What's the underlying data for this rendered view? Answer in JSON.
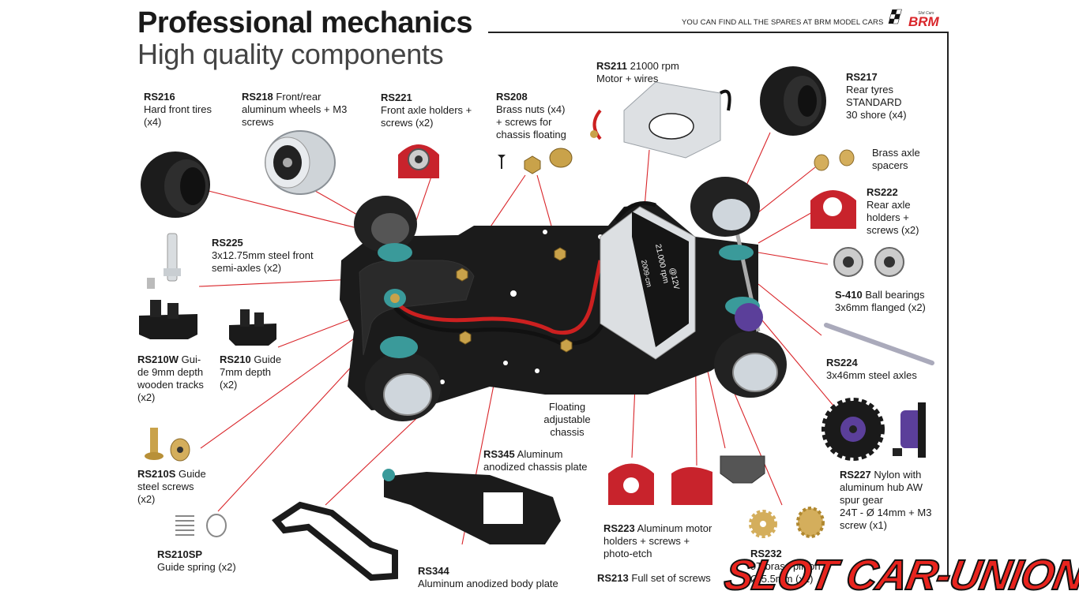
{
  "header": {
    "title": "Professional mechanics",
    "subtitle": "High quality components",
    "spares_note": "YOU CAN FIND ALL THE SPARES AT BRM MODEL CARS",
    "brand": "BRM",
    "brand_tagline": "Slot Cars"
  },
  "parts": {
    "rs216": {
      "code": "RS216",
      "desc": "Hard front tires\n(x4)"
    },
    "rs218": {
      "code": "RS218",
      "desc": "aluminum wheels + M3\nscrews",
      "inline": "Front/rear"
    },
    "rs221": {
      "code": "RS221",
      "desc": "Front axle holders +\nscrews (x2)"
    },
    "rs208": {
      "code": "RS208",
      "desc": "+ screws for\nchassis floating",
      "inline": "Brass nuts (x4)"
    },
    "rs211": {
      "code": "RS211",
      "desc": "Motor + wires",
      "inline": "21000 rpm"
    },
    "rs217": {
      "code": "RS217",
      "desc": "Rear tyres\nSTANDARD\n30 shore (x4)"
    },
    "brass_spacers": {
      "code": "",
      "desc": "Brass axle\nspacers"
    },
    "rs222": {
      "code": "RS222",
      "desc": "Rear axle\nholders +\nscrews (x2)"
    },
    "rs225": {
      "code": "RS225",
      "desc": "3x12.75mm steel front\nsemi-axles (x2)"
    },
    "s410": {
      "code": "S-410",
      "desc": "3x6mm flanged (x2)",
      "inline": "Ball bearings"
    },
    "rs224": {
      "code": "RS224",
      "desc": "3x46mm steel axles"
    },
    "rs210w": {
      "code": "RS210W",
      "desc": "de 9mm depth\nwooden tracks\n(x2)",
      "inline": "Gui-"
    },
    "rs210": {
      "code": "RS210",
      "desc": "7mm depth\n(x2)",
      "inline": "Guide"
    },
    "floating": {
      "desc": "Floating\nadjustable\nchassis"
    },
    "rs210s": {
      "code": "RS210S",
      "desc": "steel screws\n(x2)",
      "inline": "Guide"
    },
    "rs345": {
      "code": "RS345",
      "desc": "anodized chassis plate",
      "inline": "Aluminum"
    },
    "rs227": {
      "code": "RS227",
      "desc": "aluminum hub AW\nspur gear\n24T  - Ø 14mm + M3\nscrew (x1)",
      "inline": "Nylon with"
    },
    "rs223": {
      "code": "RS223",
      "desc": "holders + screws +\nphoto-etch",
      "inline": "Aluminum motor"
    },
    "rs210sp": {
      "code": "RS210SP",
      "desc": "Guide spring (x2)"
    },
    "rs344": {
      "code": "RS344",
      "desc": "Aluminum anodized body plate"
    },
    "rs213": {
      "code": "RS213",
      "desc": "",
      "inline": "Full set of screws"
    },
    "rs232": {
      "code": "RS232",
      "desc": "9T brass pinion\nØ 5.5mm (x1)"
    }
  },
  "motor_label": {
    "line1": "21.000 rpm",
    "line2": "@12V",
    "line3": "2009·cm"
  },
  "watermark": "SLOT CAR-UNION",
  "colors": {
    "leader": "#d9252a",
    "chassis": "#1b1b1b",
    "teal": "#3a9a9a",
    "red_part": "#c8232c",
    "brass": "#c9a24a"
  }
}
